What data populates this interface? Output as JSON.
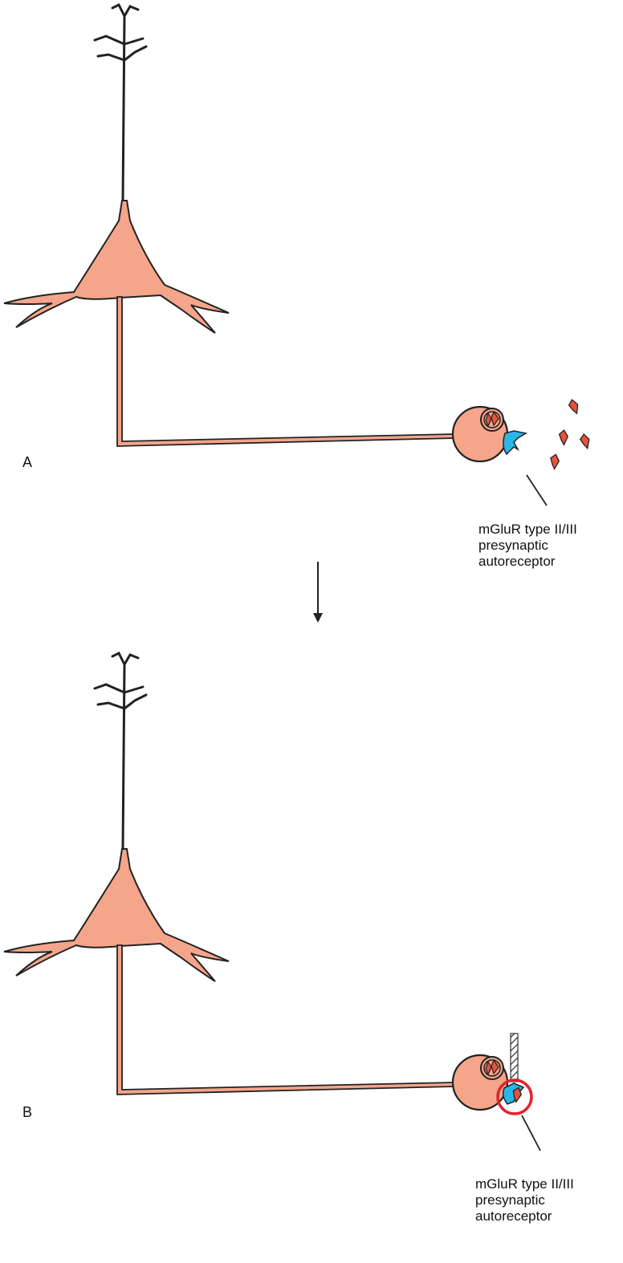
{
  "panels": [
    {
      "letter": "A",
      "label_lines": [
        "mGluR type II/III",
        "presynaptic",
        "autoreceptor"
      ]
    },
    {
      "letter": "B",
      "label_lines": [
        "mGluR type II/III",
        "presynaptic",
        "autoreceptor"
      ]
    }
  ],
  "colors": {
    "cell": "#f4a58a",
    "receptor": "#29b6e8",
    "glutamate": "#e8513a",
    "highlight": "#e0242a"
  }
}
